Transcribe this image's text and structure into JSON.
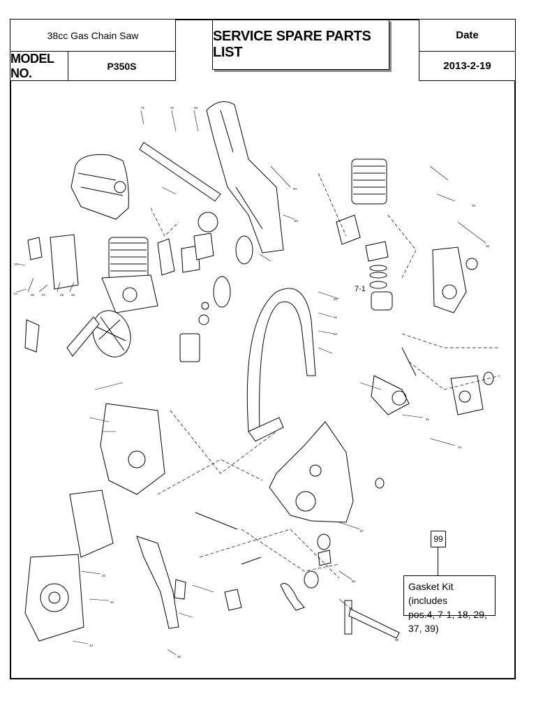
{
  "header": {
    "product": "38cc Gas Chain Saw",
    "model_label": "MODEL NO.",
    "model_value": "P350S",
    "title": "SERVICE SPARE PARTS LIST",
    "date_label": "Date",
    "date_value": "2013-2-19"
  },
  "callout": {
    "number": "99",
    "text_line1": "Gasket Kit (includes",
    "text_line2": "pos.4, 7-1, 18, 29, 37, 39)"
  },
  "diagram": {
    "sub_label": "7-1"
  }
}
